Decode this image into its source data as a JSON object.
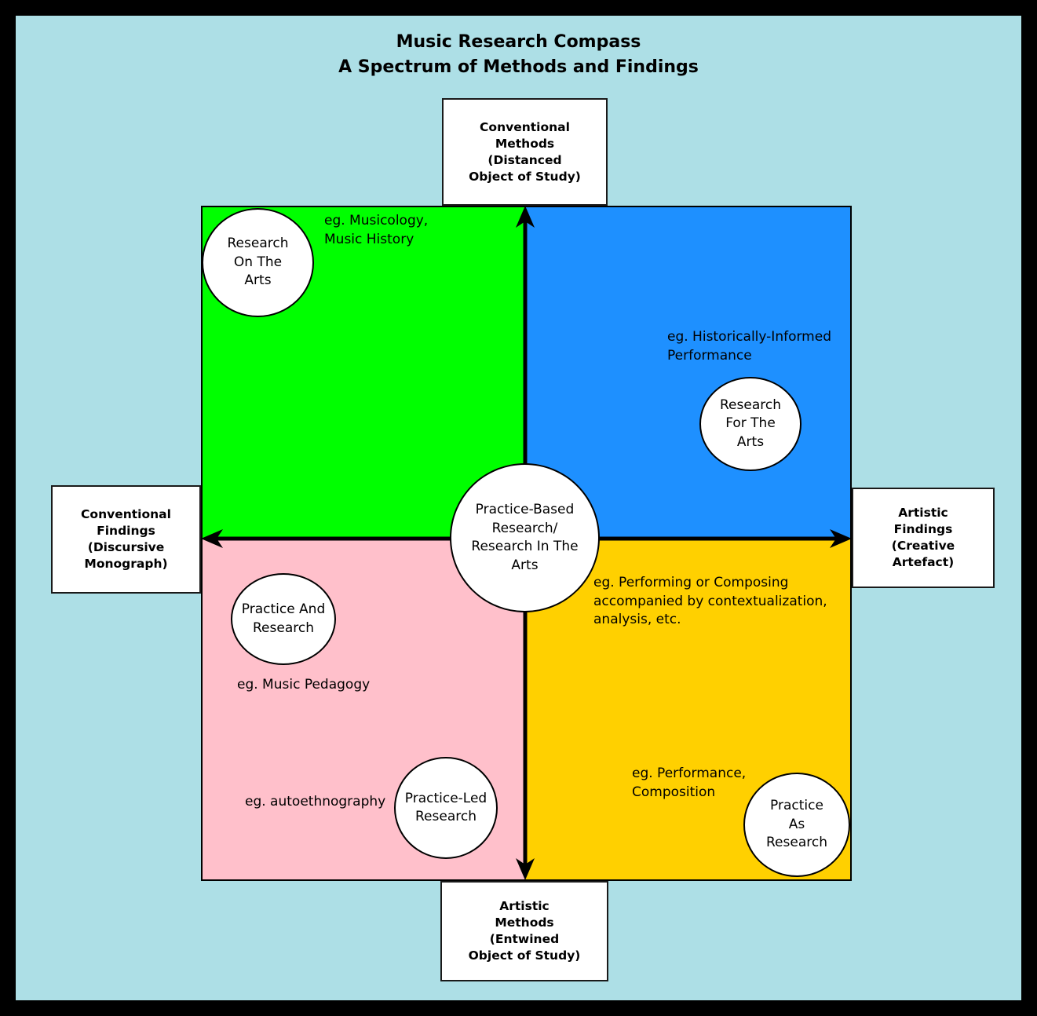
{
  "title": {
    "line1": "Music Research Compass",
    "line2": "A Spectrum of Methods and Findings"
  },
  "colors": {
    "background": "#ADDFE6",
    "frame": "#000000",
    "quadrant_top_left": "#00FF00",
    "quadrant_top_right": "#1E90FF",
    "quadrant_bottom_left": "#FFC0CB",
    "quadrant_bottom_right": "#FFD000"
  },
  "axes": {
    "top": {
      "lines": [
        "Conventional",
        "Methods",
        "(Distanced",
        "Object of Study)"
      ]
    },
    "bottom": {
      "lines": [
        "Artistic",
        "Methods",
        "(Entwined",
        "Object of Study)"
      ]
    },
    "left": {
      "lines": [
        "Conventional",
        "Findings",
        "(Discursive",
        "Monograph)"
      ]
    },
    "right": {
      "lines": [
        "Artistic",
        "Findings",
        "(Creative",
        "Artefact)"
      ]
    }
  },
  "center": {
    "lines": [
      "Practice-Based",
      "Research/",
      "Research In The",
      "Arts"
    ]
  },
  "quadrants": {
    "top_left": {
      "circle": [
        "Research",
        "On The",
        "Arts"
      ],
      "example": [
        "eg. Musicology,",
        "Music History"
      ]
    },
    "top_right": {
      "circle": [
        "Research",
        "For The",
        "Arts"
      ],
      "example": [
        "eg. Historically-Informed",
        "Performance"
      ]
    },
    "bottom_left": {
      "circle1": [
        "Practice And",
        "Research"
      ],
      "example1": [
        "eg. Music Pedagogy"
      ],
      "circle2": [
        "Practice-Led",
        "Research"
      ],
      "example2": [
        "eg. autoethnography"
      ]
    },
    "bottom_right": {
      "example1": [
        "eg. Performing or Composing",
        "accompanied by contextualization,",
        "analysis, etc."
      ],
      "circle": [
        "Practice",
        "As",
        "Research"
      ],
      "example2": [
        "eg. Performance,",
        "Composition"
      ]
    }
  }
}
